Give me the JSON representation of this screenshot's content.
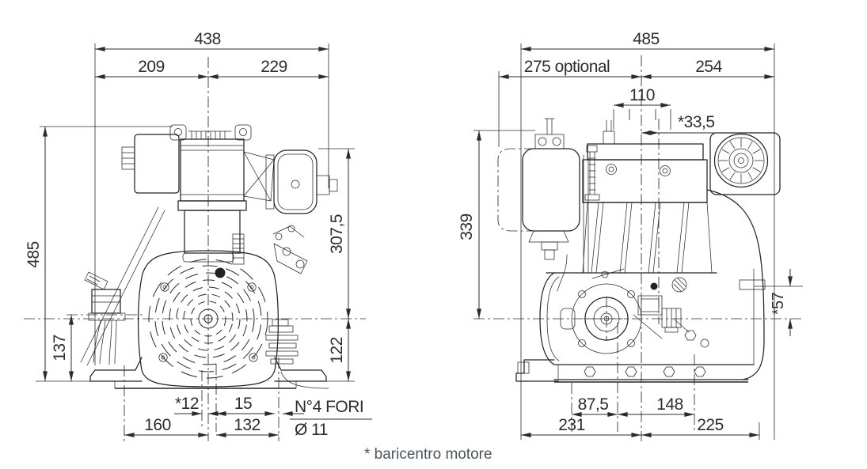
{
  "drawing": {
    "front_view": {
      "overall_width": "438",
      "center_to_left": "209",
      "center_to_right": "229",
      "overall_height": "485",
      "crank_to_top": "307,5",
      "crank_to_base": "122",
      "pump_to_base": "137",
      "cg_to_center": "*12",
      "center_to_bolt_axis": "15",
      "bolt_left_to_center": "160",
      "center_to_bolt_right": "132",
      "mounting_holes_count": "N°4 FORI",
      "mounting_holes_diameter": "Ø 11"
    },
    "side_view": {
      "overall_width": "485",
      "optional_left_width": "275 optional",
      "center_to_right": "254",
      "top_mount_spacing": "110",
      "cg_to_center_horizontal": "*33,5",
      "tank_top_to_crank": "339",
      "cg_to_crank_vertical": "*57",
      "bolt_front_spacing": "87,5",
      "bolt_rear_spacing": "148",
      "base_left_of_center": "231",
      "base_right_of_center": "225"
    },
    "footnote": "* baricentro motore"
  }
}
